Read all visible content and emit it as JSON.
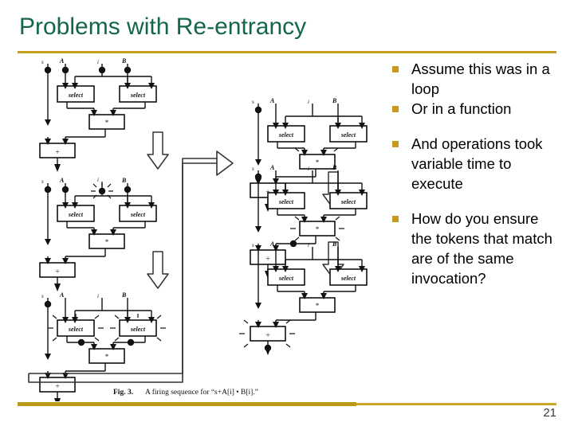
{
  "slide": {
    "title": "Problems with Re-entrancy",
    "page_number": "21",
    "accent_gold": "#c6a01c",
    "title_green": "#13664a",
    "bullet_gold": "#c79a1e"
  },
  "bullets": [
    {
      "text": "Assume this was in a loop",
      "marker": "square-bullet"
    },
    {
      "text": "Or in a function",
      "marker": "square-bullet"
    },
    {
      "text": "And operations took variable time to execute",
      "marker": "square-bullet"
    },
    {
      "text": "How do you ensure the tokens that match are of the same invocation?",
      "marker": "square-bullet"
    }
  ],
  "figure": {
    "caption_label": "Fig. 3.",
    "caption_text": "A firing sequence for “s+A[i] • B[i].”",
    "node_labels": {
      "select": "select",
      "multiply": "*",
      "add": "+"
    },
    "port_labels": [
      "s",
      "A",
      "i",
      "B"
    ],
    "panels": [
      {
        "id": "panel-1",
        "position": "top-left",
        "firing": "none",
        "next_arrow": "down"
      },
      {
        "id": "panel-2",
        "position": "middle-left",
        "firing": "i-port",
        "next_arrow": "down"
      },
      {
        "id": "panel-3",
        "position": "bottom-left",
        "firing": "both-select",
        "next_arrow": "elbow-right"
      },
      {
        "id": "panel-4",
        "position": "top-right",
        "firing": "none",
        "next_arrow": "down"
      },
      {
        "id": "panel-5",
        "position": "middle-right",
        "firing": "multiply",
        "next_arrow": "down"
      },
      {
        "id": "panel-6",
        "position": "bottom-right",
        "firing": "add",
        "next_arrow": "none"
      }
    ]
  }
}
